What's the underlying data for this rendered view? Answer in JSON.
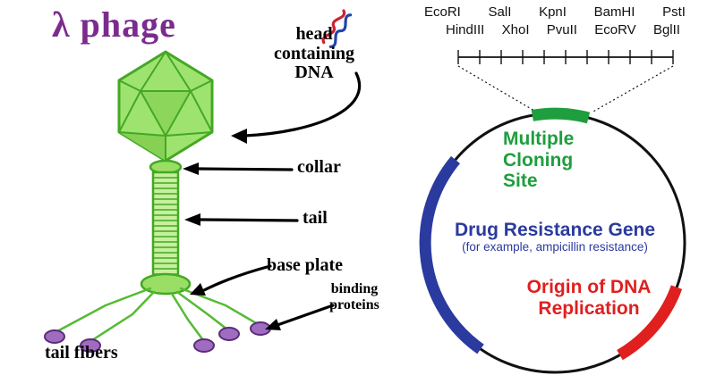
{
  "phage": {
    "title": "λ phage",
    "labels": {
      "head": "head containing DNA",
      "collar": "collar",
      "tail": "tail",
      "base_plate": "base plate",
      "binding_proteins": "binding proteins",
      "tail_fibers": "tail fibers"
    },
    "colors": {
      "title_purple": "#7b2b8f",
      "body_green": "#44a824",
      "body_fill": "#9ee36f",
      "fiber_purple": "#a06cc0"
    }
  },
  "plasmid": {
    "enzymes_row1": [
      "EcoRI",
      "SalI",
      "KpnI",
      "BamHI",
      "PstI"
    ],
    "enzymes_row2": [
      "HindIII",
      "XhoI",
      "PvuII",
      "EcoRV",
      "BglII"
    ],
    "labels": {
      "mcs": "Multiple Cloning Site",
      "drug": "Drug Resistance Gene",
      "drug_sub": "(for example, ampicillin resistance)",
      "origin": "Origin of DNA Replication"
    },
    "colors": {
      "mcs_green": "#1e9e3e",
      "drug_blue": "#2b3a9e",
      "origin_red": "#e01f1f",
      "plasmid_outline": "#111111"
    }
  }
}
